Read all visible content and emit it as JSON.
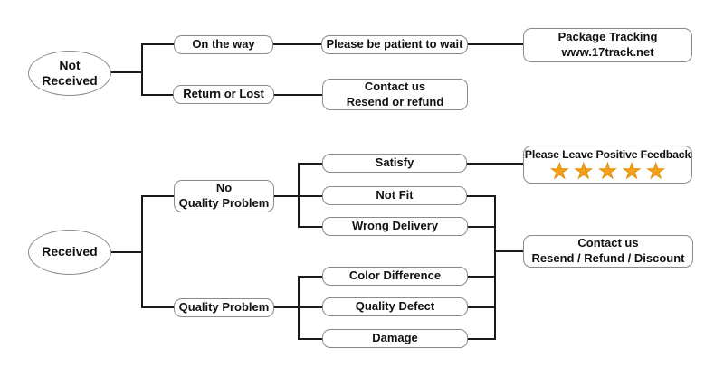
{
  "colors": {
    "line": "#1a1a1a",
    "box_border": "#8a8a8a",
    "text": "#111111",
    "star": "#f5a21b",
    "star_edge": "#e08e00",
    "background": "#ffffff"
  },
  "not_received_branch": {
    "root": {
      "line1": "Not",
      "line2": "Received"
    },
    "on_the_way": {
      "label": "On the way"
    },
    "be_patient": {
      "label": "Please be patient to wait"
    },
    "package_tracking": {
      "line1": "Package Tracking",
      "line2": "www.17track.net"
    },
    "return_or_lost": {
      "label": "Return or Lost"
    },
    "contact_resend_refund": {
      "line1": "Contact us",
      "line2": "Resend or refund"
    }
  },
  "received_branch": {
    "root": {
      "label": "Received"
    },
    "no_quality_problem": {
      "line1": "No",
      "line2": "Quality Problem"
    },
    "satisfy": {
      "label": "Satisfy"
    },
    "positive_feedback": {
      "label": "Please Leave Positive Feedback",
      "stars": 5
    },
    "not_fit": {
      "label": "Not Fit"
    },
    "wrong_delivery": {
      "label": "Wrong Delivery"
    },
    "quality_problem": {
      "label": "Quality Problem"
    },
    "color_difference": {
      "label": "Color Difference"
    },
    "quality_defect": {
      "label": "Quality Defect"
    },
    "damage": {
      "label": "Damage"
    },
    "contact_resend_refund_discount": {
      "line1": "Contact us",
      "line2": "Resend / Refund / Discount"
    }
  }
}
